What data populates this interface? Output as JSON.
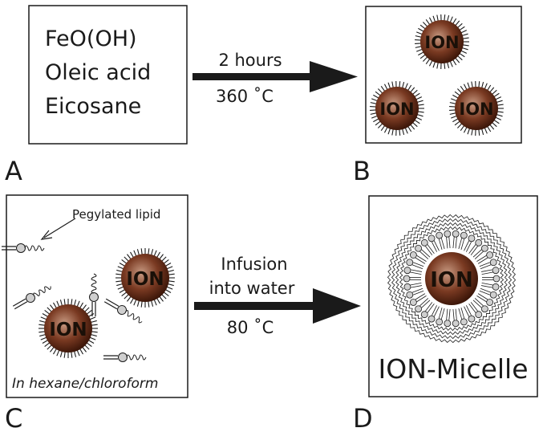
{
  "panel_a": {
    "letter": "A",
    "reagents": [
      "FeO(OH)",
      "Oleic acid",
      "Eicosane"
    ]
  },
  "step_1": {
    "time": "2 hours",
    "temperature": "360 ˚C"
  },
  "panel_b": {
    "letter": "B",
    "particle_label": "ION"
  },
  "panel_c": {
    "letter": "C",
    "lipid_label": "Pegylated lipid",
    "particle_label": "ION",
    "solvent": "In hexane/chloroform"
  },
  "step_2": {
    "line1": "Infusion",
    "line2": "into water",
    "temperature": "80 ˚C"
  },
  "panel_d": {
    "letter": "D",
    "particle_label": "ION",
    "caption": "ION-Micelle"
  },
  "colors": {
    "particle_center": "#c89a82",
    "particle_mid": "#7a3a22",
    "particle_edge": "#3a1508",
    "lipid_head": "#cfcfcf",
    "stroke": "#1a1a1a"
  },
  "icons": [
    "nanoparticle-icon",
    "pegylated-lipid-icon",
    "micelle-icon",
    "reaction-arrow"
  ]
}
